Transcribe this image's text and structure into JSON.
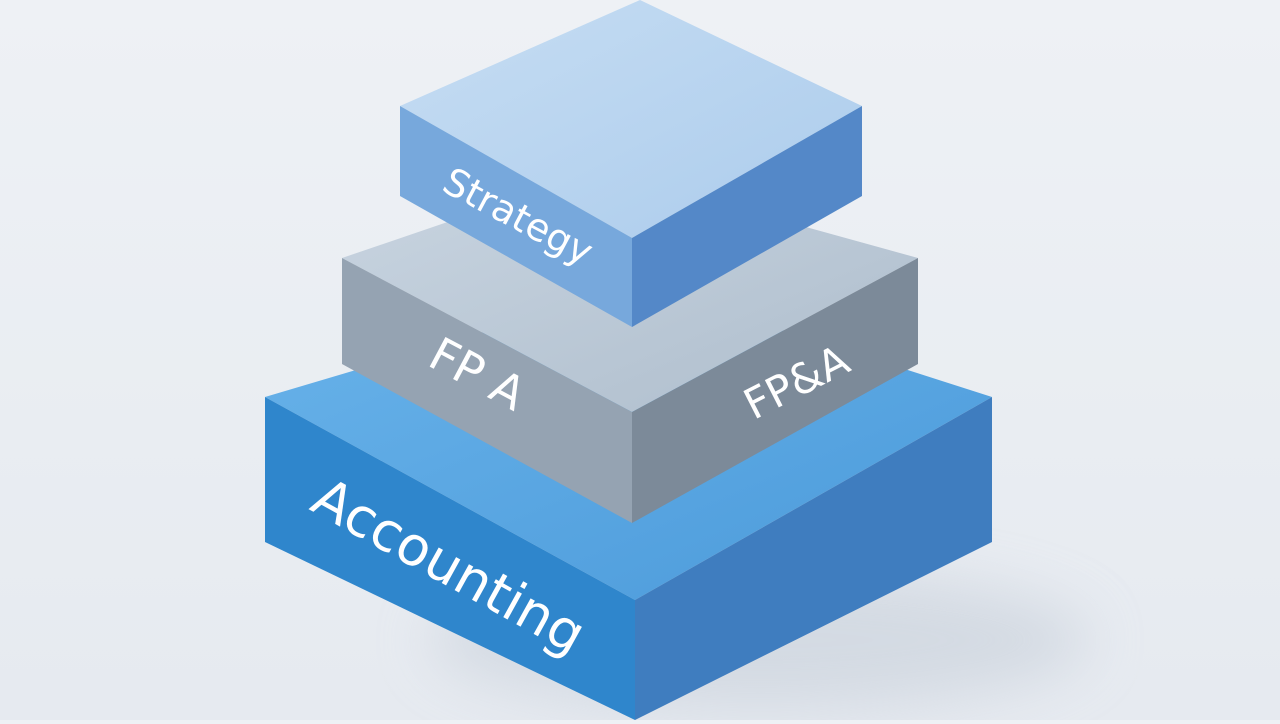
{
  "diagram": {
    "layers": [
      {
        "id": "accounting",
        "labels": [
          "Accounting"
        ],
        "colors": {
          "top": "#5aa5e2",
          "left": "#2f86cc",
          "right": "#3f7dbf"
        }
      },
      {
        "id": "fpa",
        "labels": [
          "FP A",
          "FP&A"
        ],
        "colors": {
          "top": "#bac9d8",
          "left": "#95a3b2",
          "right": "#7c8a99"
        }
      },
      {
        "id": "strategy",
        "labels": [
          "Strategy"
        ],
        "colors": {
          "top": "#bad6f1",
          "left": "#77a8dc",
          "right": "#5488c8"
        }
      }
    ]
  }
}
